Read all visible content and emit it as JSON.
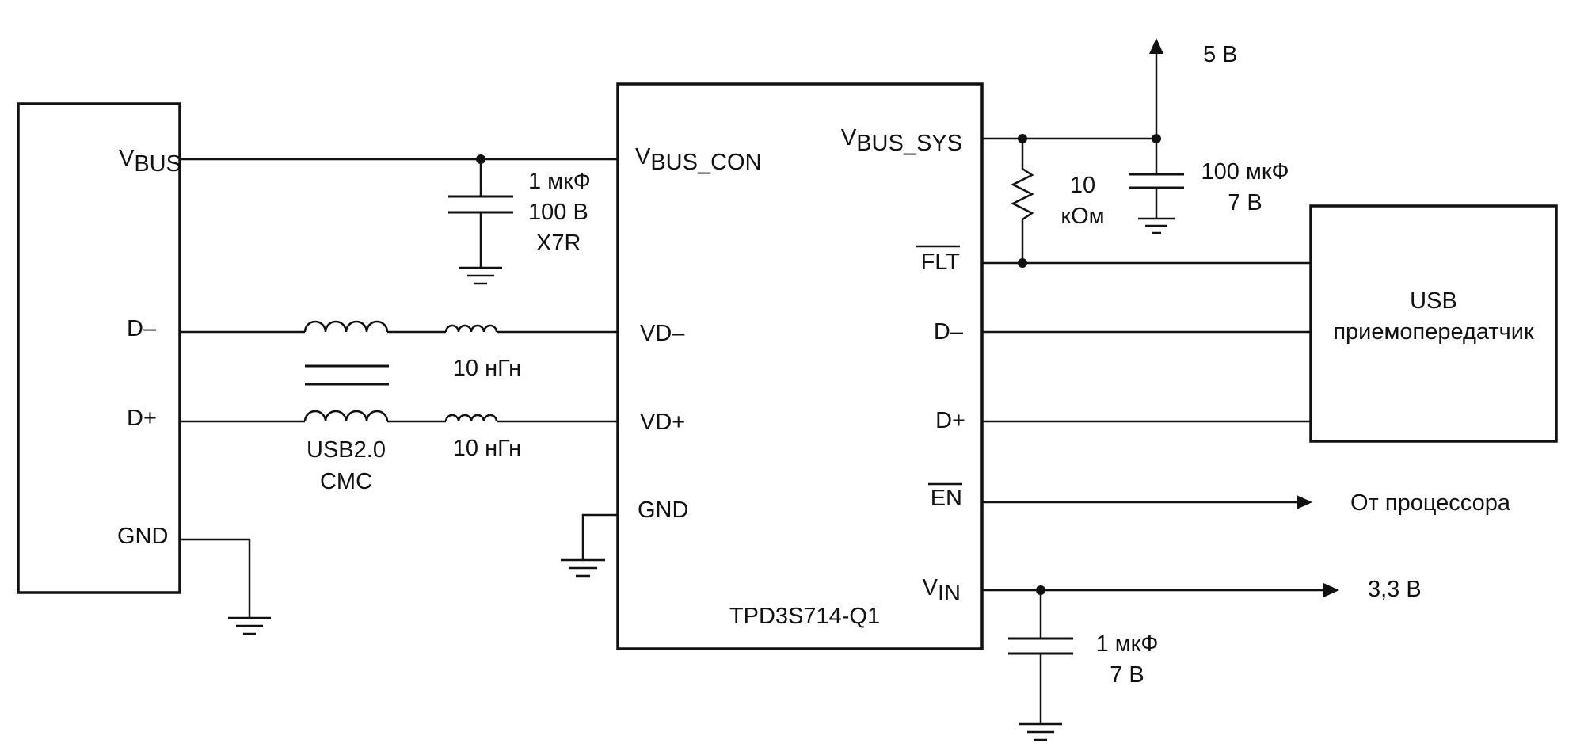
{
  "connector": {
    "vbus_main": "V",
    "vbus_sub": "BUS",
    "dminus": "D–",
    "dplus": "D+",
    "gnd": "GND"
  },
  "input_cap": {
    "line1": "1 мкФ",
    "line2": "100 В",
    "line3": "X7R"
  },
  "cmc": {
    "line1": "USB2.0",
    "line2": "CMC"
  },
  "inductors": {
    "top": "10 нГн",
    "bottom": "10 нГн"
  },
  "chip": {
    "name": "TPD3S714-Q1",
    "vbus_con_main": "V",
    "vbus_con_sub": "BUS_CON",
    "vd_minus": "VD–",
    "vd_plus": "VD+",
    "gnd": "GND",
    "vbus_sys_main": "V",
    "vbus_sys_sub": "BUS_SYS",
    "flt": "FLT",
    "d_minus": "D–",
    "d_plus": "D+",
    "en": "EN",
    "vin_main": "V",
    "vin_sub": "IN"
  },
  "supply_5v": "5 В",
  "pullup": {
    "line1": "10",
    "line2": "кОм"
  },
  "bulk_cap": {
    "line1": "100 мкФ",
    "line2": "7 В"
  },
  "transceiver": {
    "line1": "USB",
    "line2": "приемопередатчик"
  },
  "from_processor": "От процессора",
  "supply_3v3": "3,3 В",
  "vin_cap": {
    "line1": "1 мкФ",
    "line2": "7 В"
  }
}
